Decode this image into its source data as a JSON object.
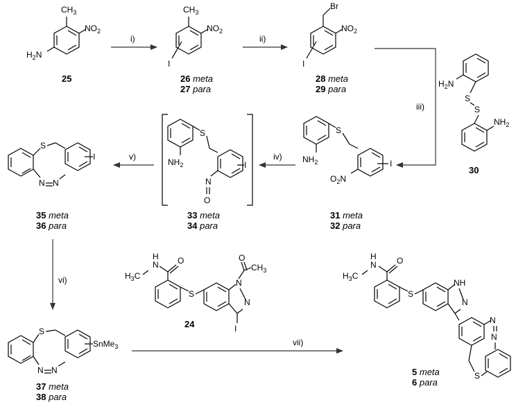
{
  "compounds": {
    "c25": {
      "number": "25"
    },
    "c26": {
      "number": "26",
      "isomer": "meta"
    },
    "c27": {
      "number": "27",
      "isomer": "para"
    },
    "c28": {
      "number": "28",
      "isomer": "meta"
    },
    "c29": {
      "number": "29",
      "isomer": "para"
    },
    "c30": {
      "number": "30"
    },
    "c31": {
      "number": "31",
      "isomer": "meta"
    },
    "c32": {
      "number": "32",
      "isomer": "para"
    },
    "c33": {
      "number": "33",
      "isomer": "meta"
    },
    "c34": {
      "number": "34",
      "isomer": "para"
    },
    "c35": {
      "number": "35",
      "isomer": "meta"
    },
    "c36": {
      "number": "36",
      "isomer": "para"
    },
    "c37": {
      "number": "37",
      "isomer": "meta"
    },
    "c38": {
      "number": "38",
      "isomer": "para"
    },
    "c24": {
      "number": "24"
    },
    "c5": {
      "number": "5",
      "isomer": "meta"
    },
    "c6": {
      "number": "6",
      "isomer": "para"
    }
  },
  "steps": {
    "i": "i)",
    "ii": "ii)",
    "iii": "iii)",
    "iv": "iv)",
    "v": "v)",
    "vi": "vi)",
    "vii": "vii)"
  },
  "atoms": {
    "ch3": "CH",
    "three": "3",
    "no": "NO",
    "two": "2",
    "h2n": "H",
    "h2n_n": "N",
    "nh": "NH",
    "br": "Br",
    "i": "I",
    "s": "S",
    "n": "N",
    "o": "O",
    "h": "H",
    "h3c": "H",
    "c": "C",
    "sn": "SnMe"
  }
}
